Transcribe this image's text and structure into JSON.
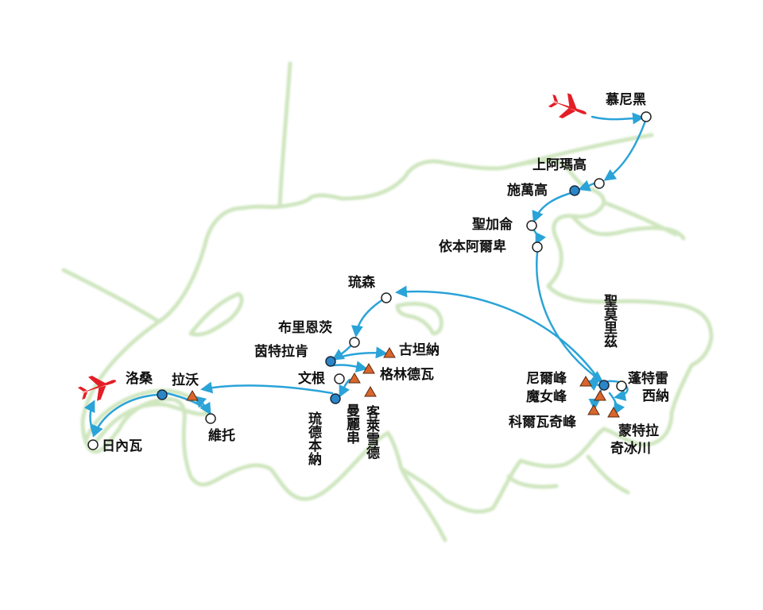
{
  "colors": {
    "route": "#2aa3d8",
    "border": "#cfe6bf",
    "town_stop": "#ffffff",
    "overnight_stop": "#2a86c6",
    "peak": "#d9662c",
    "airport": "#e41e26"
  },
  "labels": {
    "munich": "慕尼黑",
    "upper_ammergau": "上阿瑪高",
    "schwangau": "施萬高",
    "st_gallen": "聖加侖",
    "appenzell": "依本阿爾卑",
    "lucerne": "琉森",
    "brienz": "布里恩茨",
    "interlaken": "茵特拉肯",
    "jungfrau": "古坦納",
    "grindelwald": "格林德瓦",
    "wengen": "文根",
    "lauterbrunnen": "琉德本納",
    "murren": "曼麗串",
    "kleine_scheidegg": "客萊雪德",
    "lavaux": "拉沃",
    "lausanne": "洛桑",
    "montreux": "維托",
    "geneva": "日內瓦",
    "st_moritz": "聖莫里茲",
    "piz_nair": "尼爾峰",
    "diavolezza": "魔女峰",
    "corvatsch": "科爾瓦奇峰",
    "pontresina": "蓬特雷西納",
    "morteratsch": "蒙特拉奇冰川"
  },
  "icons": {
    "start_airport": "airplane-icon",
    "end_airport": "airplane-icon",
    "peak": "mountain-triangle-icon"
  }
}
